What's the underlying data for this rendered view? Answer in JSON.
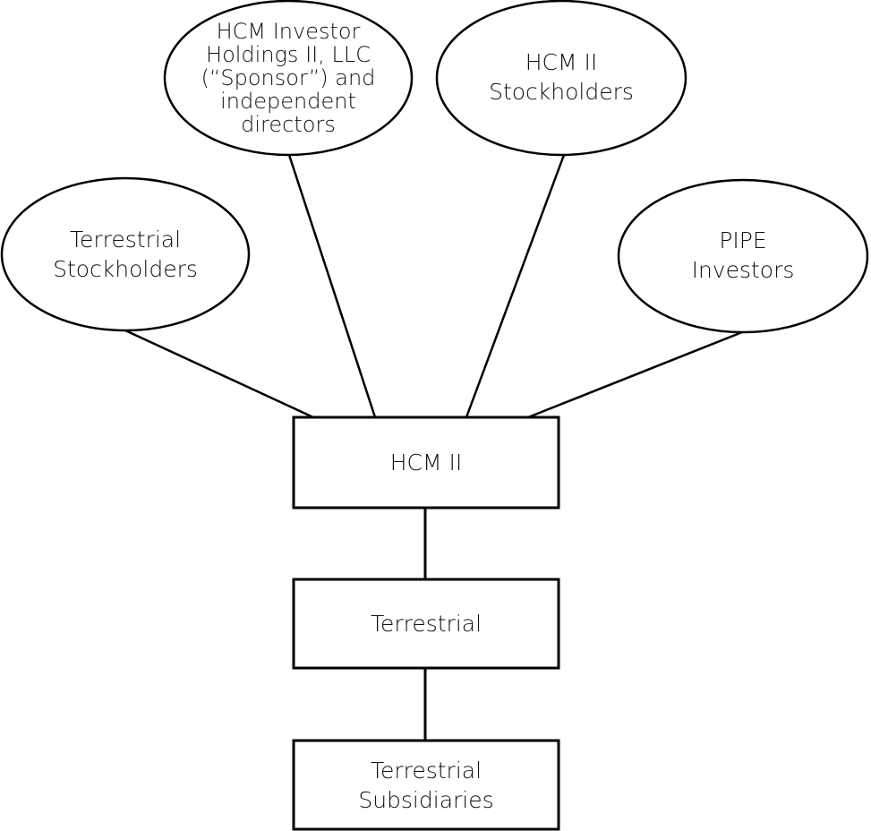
{
  "diagram": {
    "title": "",
    "nodes": [
      {
        "id": "sponsor",
        "shape": "ellipse",
        "label": "HCM Investor\nHoldings II, LLC\n(“Sponsor”) and\nindependent\ndirectors"
      },
      {
        "id": "hcm2_stockholders",
        "shape": "ellipse",
        "label": "HCM II\nStockholders"
      },
      {
        "id": "terrestrial_stockholders",
        "shape": "ellipse",
        "label": "Terrestrial\nStockholders"
      },
      {
        "id": "pipe_investors",
        "shape": "ellipse",
        "label": "PIPE\nInvestors"
      },
      {
        "id": "hcm2",
        "shape": "rect",
        "label": "HCM II"
      },
      {
        "id": "terrestrial",
        "shape": "rect",
        "label": "Terrestrial"
      },
      {
        "id": "terrestrial_subsidiaries",
        "shape": "rect",
        "label": "Terrestrial\nSubsidiaries"
      }
    ],
    "edges": [
      {
        "from": "terrestrial_stockholders",
        "to": "hcm2"
      },
      {
        "from": "sponsor",
        "to": "hcm2"
      },
      {
        "from": "hcm2_stockholders",
        "to": "hcm2"
      },
      {
        "from": "pipe_investors",
        "to": "hcm2"
      },
      {
        "from": "hcm2",
        "to": "terrestrial"
      },
      {
        "from": "terrestrial",
        "to": "terrestrial_subsidiaries"
      }
    ],
    "colors": {
      "stroke": "#000000",
      "fill": "#ffffff",
      "text": "#111111"
    }
  }
}
